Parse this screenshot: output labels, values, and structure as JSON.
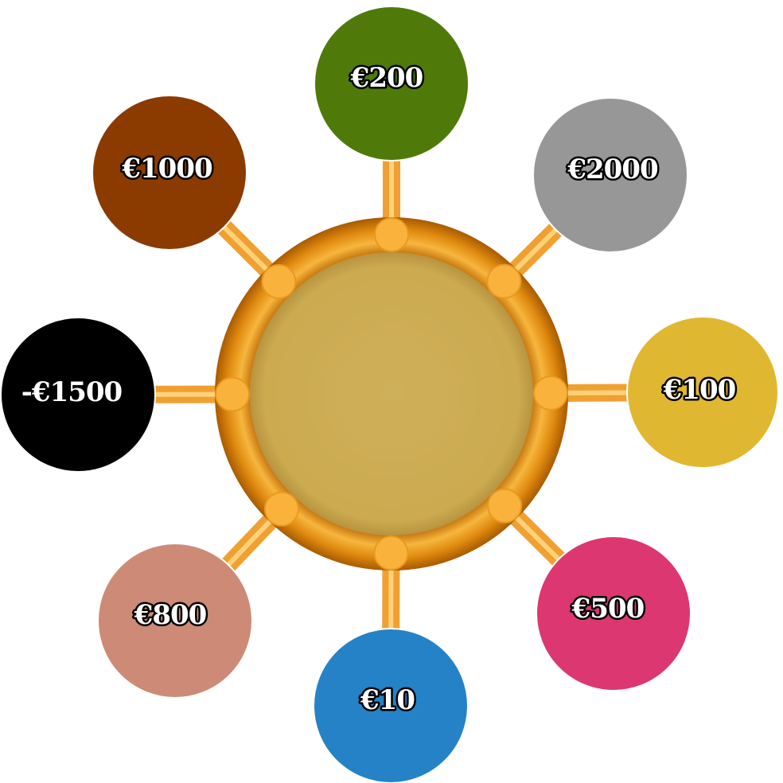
{
  "diagram": {
    "hub": {
      "ring_color": "#E08A10",
      "ring_highlight": "#F7B63E",
      "inner_color": "#CDAE55",
      "knob_color": "#F9B23C"
    },
    "spoke_color": "#F0A030",
    "prizes": [
      {
        "id": "top",
        "label": "€200",
        "color": "#4F7A0A"
      },
      {
        "id": "top-right",
        "label": "€2000",
        "color": "#979797"
      },
      {
        "id": "right",
        "label": "€100",
        "color": "#E0B730"
      },
      {
        "id": "bottom-right",
        "label": "€500",
        "color": "#DC3770"
      },
      {
        "id": "bottom",
        "label": "€10",
        "color": "#2582C6"
      },
      {
        "id": "bottom-left",
        "label": "€800",
        "color": "#CD8A76"
      },
      {
        "id": "left",
        "label": "-€1500",
        "color": "#000000"
      },
      {
        "id": "top-left",
        "label": "€1000",
        "color": "#8B3B00"
      }
    ]
  }
}
